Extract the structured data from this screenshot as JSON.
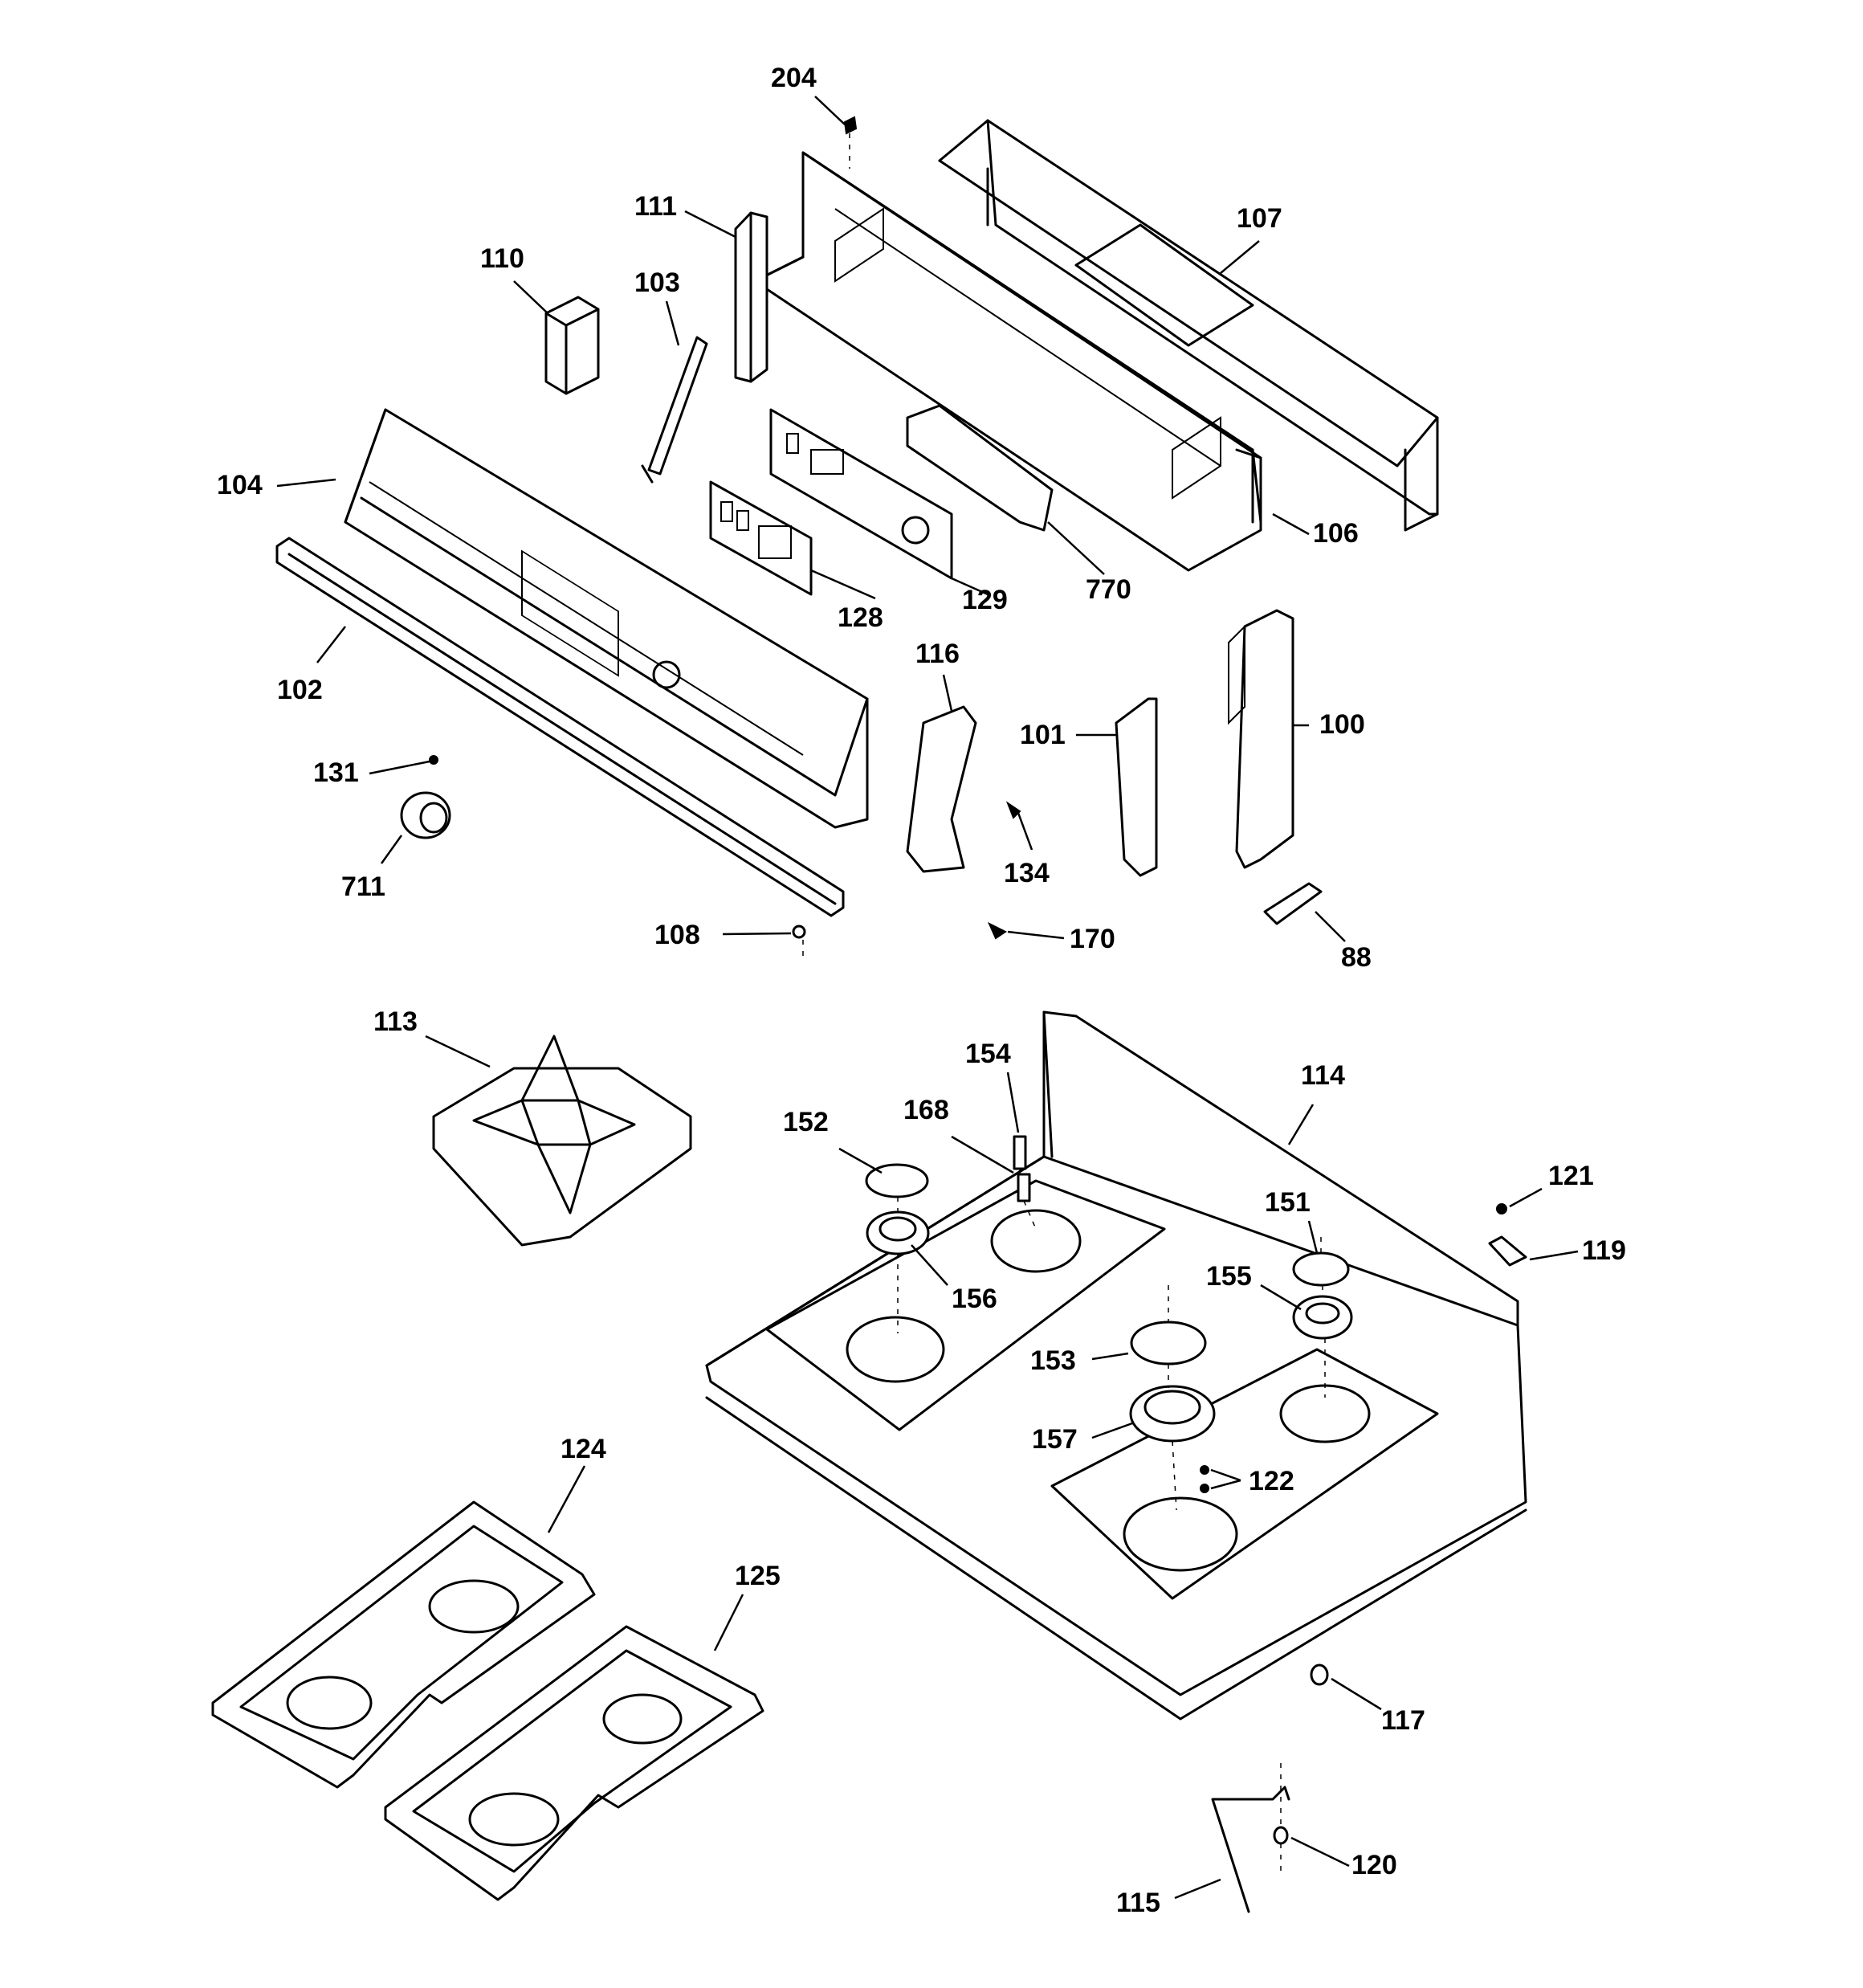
{
  "labels": [
    {
      "id": "204",
      "text": "204"
    },
    {
      "id": "111",
      "text": "111"
    },
    {
      "id": "107",
      "text": "107"
    },
    {
      "id": "110",
      "text": "110"
    },
    {
      "id": "103",
      "text": "103"
    },
    {
      "id": "104",
      "text": "104"
    },
    {
      "id": "106",
      "text": "106"
    },
    {
      "id": "128",
      "text": "128"
    },
    {
      "id": "129",
      "text": "129"
    },
    {
      "id": "770",
      "text": "770"
    },
    {
      "id": "102",
      "text": "102"
    },
    {
      "id": "116",
      "text": "116"
    },
    {
      "id": "101",
      "text": "101"
    },
    {
      "id": "100",
      "text": "100"
    },
    {
      "id": "131",
      "text": "131"
    },
    {
      "id": "134",
      "text": "134"
    },
    {
      "id": "711",
      "text": "711"
    },
    {
      "id": "108",
      "text": "108"
    },
    {
      "id": "170",
      "text": "170"
    },
    {
      "id": "88",
      "text": "88"
    },
    {
      "id": "113",
      "text": "113"
    },
    {
      "id": "154",
      "text": "154"
    },
    {
      "id": "114",
      "text": "114"
    },
    {
      "id": "168",
      "text": "168"
    },
    {
      "id": "152",
      "text": "152"
    },
    {
      "id": "121",
      "text": "121"
    },
    {
      "id": "151",
      "text": "151"
    },
    {
      "id": "119",
      "text": "119"
    },
    {
      "id": "156",
      "text": "156"
    },
    {
      "id": "155",
      "text": "155"
    },
    {
      "id": "153",
      "text": "153"
    },
    {
      "id": "157",
      "text": "157"
    },
    {
      "id": "122",
      "text": "122"
    },
    {
      "id": "124",
      "text": "124"
    },
    {
      "id": "125",
      "text": "125"
    },
    {
      "id": "117",
      "text": "117"
    },
    {
      "id": "120",
      "text": "120"
    },
    {
      "id": "115",
      "text": "115"
    }
  ]
}
